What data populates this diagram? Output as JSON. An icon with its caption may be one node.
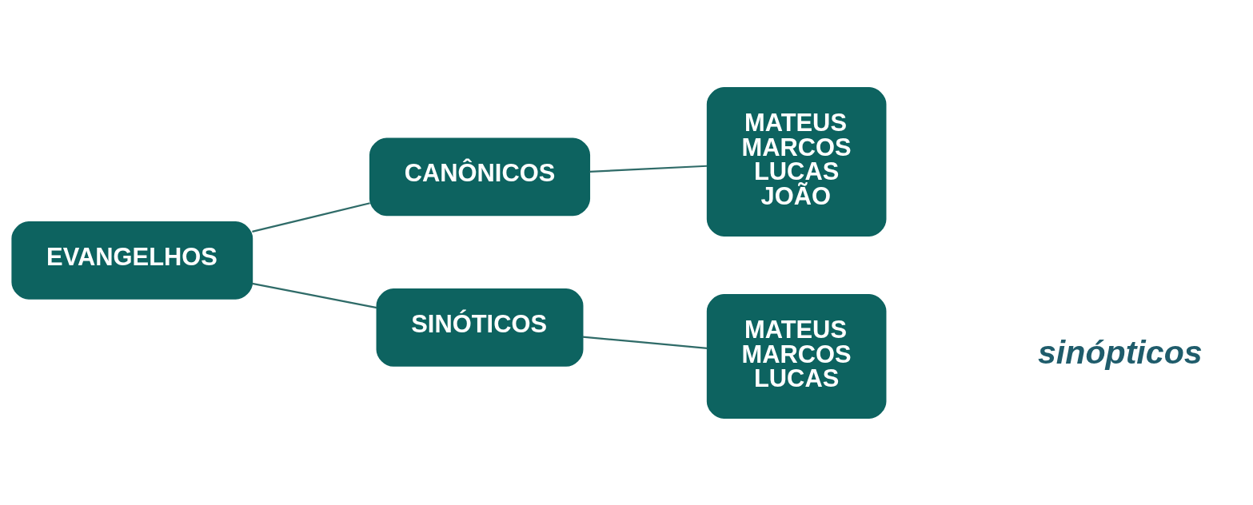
{
  "diagram": {
    "nodes": [
      {
        "text": [
          "EVANGELHOS"
        ]
      },
      {
        "text": [
          "CANÔNICOS"
        ]
      },
      {
        "text": [
          "MATEUS",
          "MARCOS",
          "LUCAS",
          "JOÃO"
        ]
      },
      {
        "text": [
          "SINÓTICOS"
        ]
      },
      {
        "text": [
          "MATEUS",
          "MARCOS",
          "LUCAS"
        ]
      }
    ],
    "edges": [
      {
        "from": 0,
        "to": 1,
        "arrow": "none"
      },
      {
        "from": 1,
        "to": 2,
        "arrow": "none"
      },
      {
        "from": 0,
        "to": 3,
        "arrow": "none"
      },
      {
        "from": 3,
        "to": 4,
        "arrow": "none"
      }
    ],
    "labels": [
      "sinópticos"
    ]
  }
}
